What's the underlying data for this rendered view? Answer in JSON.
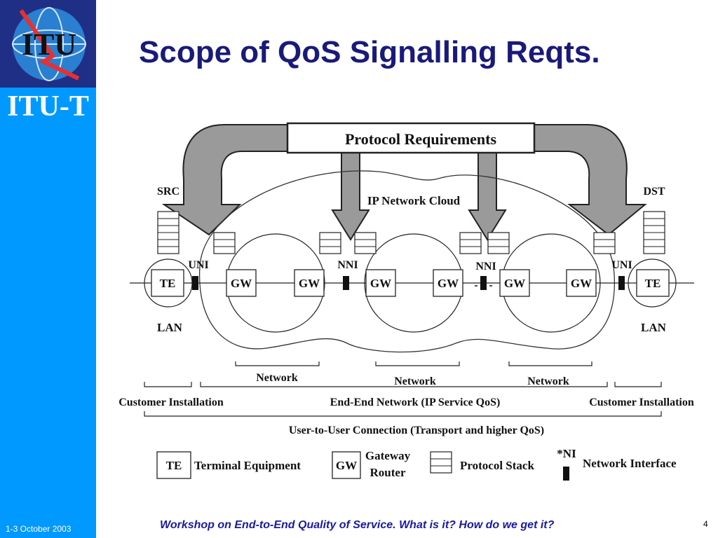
{
  "logo": {
    "text": "ITU"
  },
  "sidebar": {
    "brand": "ITU-T",
    "date": "1-3 October 2003"
  },
  "title": "Scope of QoS Signalling Reqts.",
  "footer": {
    "text": "Workshop on End-to-End Quality of Service. What is it? How do we get it?",
    "page": "4"
  },
  "diagram": {
    "protocol_requirements": "Protocol Requirements",
    "ip_cloud": "IP Network Cloud",
    "src": "SRC",
    "dst": "DST",
    "te": "TE",
    "gw": "GW",
    "uni": "UNI",
    "nni": "NNI",
    "lan": "LAN",
    "network": "Network",
    "customer_installation": "Customer Installation",
    "end_end_network": "End-End Network (IP Service QoS)",
    "user_to_user": "User-to-User Connection (Transport and higher QoS)"
  },
  "legend": {
    "te": "TE",
    "te_label": "Terminal Equipment",
    "gw": "GW",
    "gw_label_line1": "Gateway",
    "gw_label_line2": "Router",
    "stack_label": "Protocol Stack",
    "ni": "*NI",
    "ni_label": "Network Interface"
  }
}
